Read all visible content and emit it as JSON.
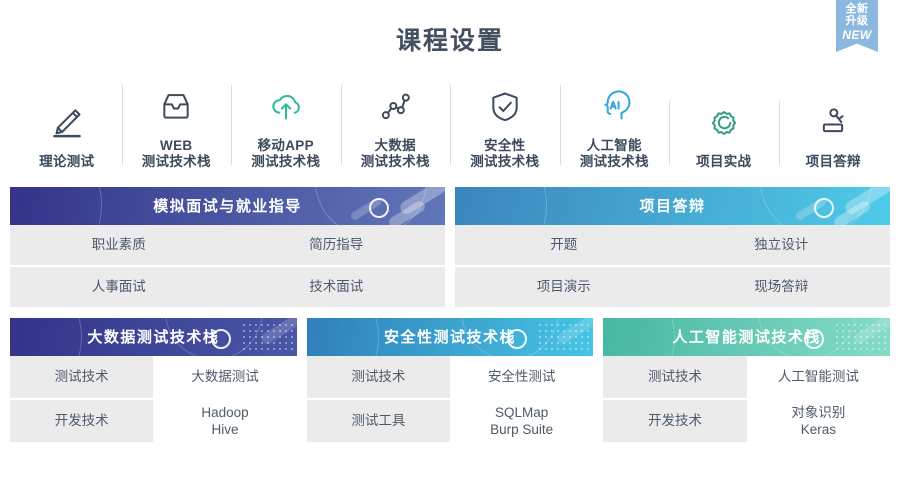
{
  "badge": {
    "line1": "全新",
    "line2": "升级",
    "line3": "NEW",
    "color": "#8cb8e0"
  },
  "page_title": "课程设置",
  "icon_strip": [
    {
      "icon": "pencil-icon",
      "label_line1": "理论测试",
      "label_line2": "",
      "color": "#3c4a5c"
    },
    {
      "icon": "inbox-tray-icon",
      "label_line1": "WEB",
      "label_line2": "测试技术栈",
      "color": "#3c4a5c"
    },
    {
      "icon": "cloud-upload-icon",
      "label_line1": "移动APP",
      "label_line2": "测试技术栈",
      "color": "#2fb99a"
    },
    {
      "icon": "node-graph-icon",
      "label_line1": "大数据",
      "label_line2": "测试技术栈",
      "color": "#3c4a5c"
    },
    {
      "icon": "shield-check-icon",
      "label_line1": "安全性",
      "label_line2": "测试技术栈",
      "color": "#3c4a5c"
    },
    {
      "icon": "ai-head-icon",
      "label_line1": "人工智能",
      "label_line2": "测试技术栈",
      "color": "#2fa8d8"
    },
    {
      "icon": "gear-icon",
      "label_line1": "项目实战",
      "label_line2": "",
      "color": "#2f9e7e"
    },
    {
      "icon": "gavel-icon",
      "label_line1": "项目答辩",
      "label_line2": "",
      "color": "#3c4a5c"
    }
  ],
  "cards_top": [
    {
      "header": "模拟面试与就业指导",
      "grad_from": "#33348a",
      "grad_to": "#6177b9",
      "rows": [
        [
          "职业素质",
          "简历指导"
        ],
        [
          "人事面试",
          "技术面试"
        ]
      ]
    },
    {
      "header": "项目答辩",
      "grad_from": "#3b86bc",
      "grad_to": "#4fcbe8",
      "rows": [
        [
          "开题",
          "独立设计"
        ],
        [
          "项目演示",
          "现场答辩"
        ]
      ]
    }
  ],
  "cards_bottom": [
    {
      "header": "大数据测试技术栈",
      "grad_from": "#33348a",
      "grad_to": "#4a57a7",
      "rows": [
        {
          "left": "测试技术",
          "right": "大数据测试"
        },
        {
          "left": "开发技术",
          "right": "Hadoop\nHive"
        }
      ]
    },
    {
      "header": "安全性测试技术栈",
      "grad_from": "#2f7fba",
      "grad_to": "#46c5e4",
      "rows": [
        {
          "left": "测试技术",
          "right": "安全性测试"
        },
        {
          "left": "测试工具",
          "right": "SQLMap\nBurp Suite"
        }
      ]
    },
    {
      "header": "人工智能测试技术栈",
      "grad_from": "#47b7a3",
      "grad_to": "#84dcc6",
      "rows": [
        {
          "left": "测试技术",
          "right": "人工智能测试"
        },
        {
          "left": "开发技术",
          "right": "对象识别\nKeras"
        }
      ]
    }
  ]
}
